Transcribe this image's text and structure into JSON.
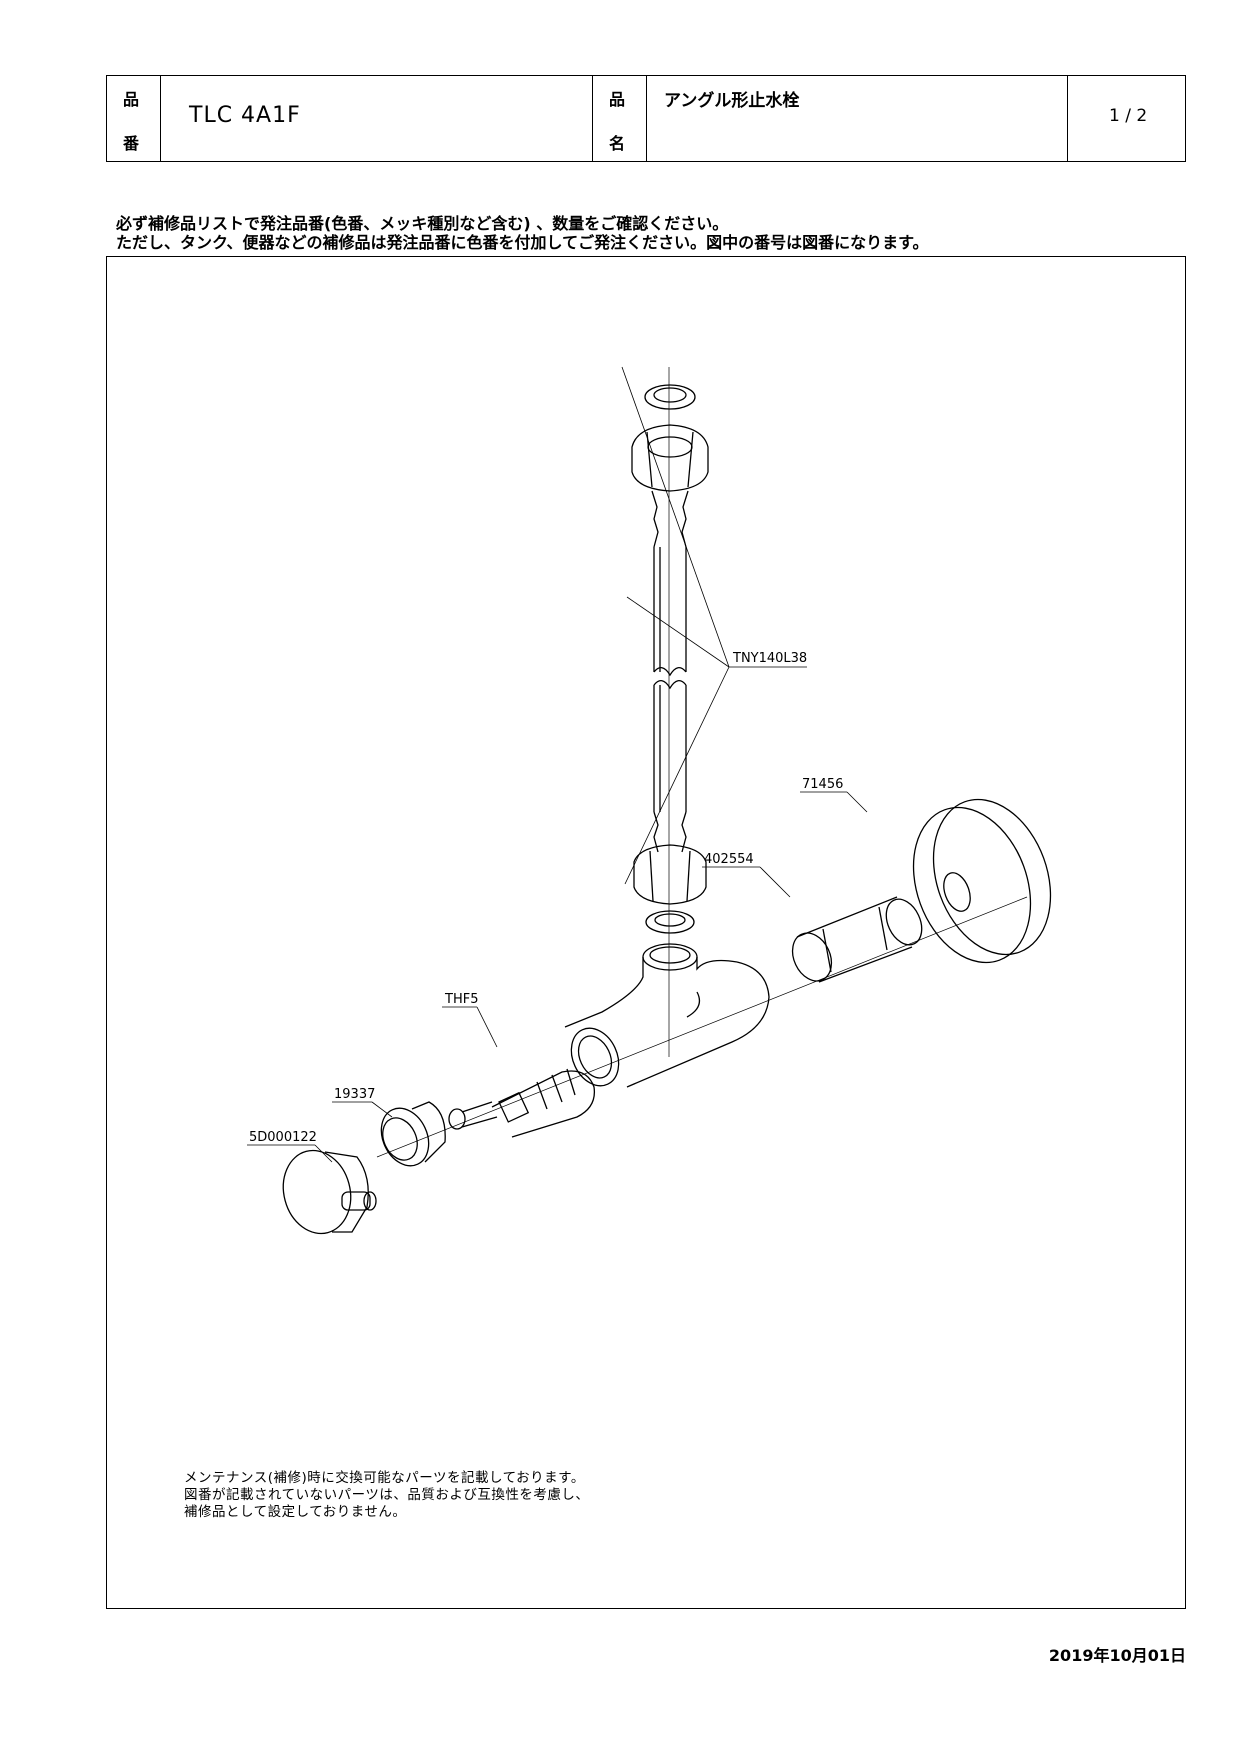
{
  "header": {
    "hinban_top": "品",
    "hinban_bottom": "番",
    "model_number": "TLC 4A1F",
    "hinmei_top": "品",
    "hinmei_bottom": "名",
    "product_name": "アングル形止水栓",
    "page": "1 / 2"
  },
  "notice": {
    "line1": "必ず補修品リストで発注品番(色番、メッキ種別など含む) 、数量をご確認ください。",
    "line2": "ただし、タンク、便器などの補修品は発注品番に色番を付加してご発注ください。図中の番号は図番になります。"
  },
  "diagram": {
    "labels": {
      "hose": "TNY140L38",
      "flange": "71456",
      "nipple": "402554",
      "cartridge": "THF5",
      "nut": "19337",
      "handle": "5D000122"
    }
  },
  "maintenance_note": {
    "line1": "メンテナンス(補修)時に交換可能なパーツを記載しております。",
    "line2": "図番が記載されていないパーツは、品質および互換性を考慮し、",
    "line3": "補修品として設定しておりません。"
  },
  "date": "2019年10月01日"
}
